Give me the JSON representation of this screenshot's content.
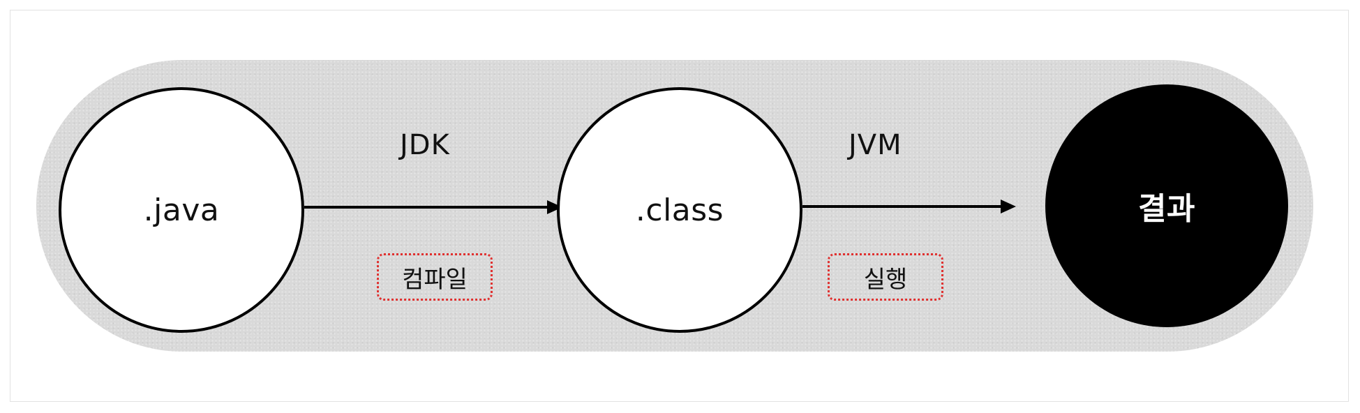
{
  "diagram": {
    "nodes": [
      {
        "id": "java",
        "label": ".java"
      },
      {
        "id": "class",
        "label": ".class"
      },
      {
        "id": "result",
        "label": "결과"
      }
    ],
    "edges": [
      {
        "from": "java",
        "to": "class",
        "tool": "JDK",
        "step": "컴파일"
      },
      {
        "from": "class",
        "to": "result",
        "tool": "JVM",
        "step": "실행"
      }
    ]
  },
  "colors": {
    "band": "#d9d9d9",
    "node_fill": "#ffffff",
    "node_border": "#000000",
    "result_fill": "#000000",
    "result_text": "#ffffff",
    "badge_border": "#e0302f"
  }
}
